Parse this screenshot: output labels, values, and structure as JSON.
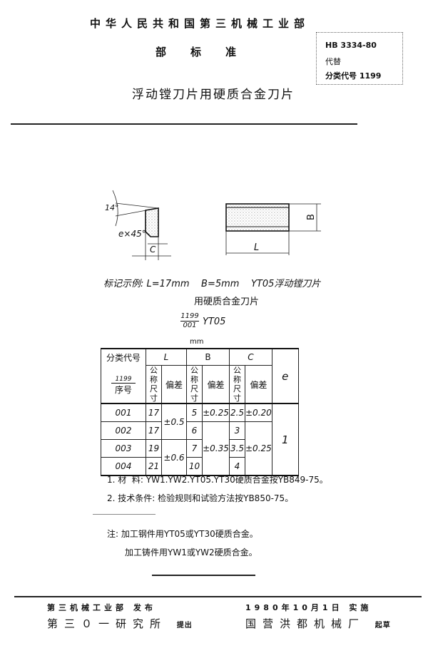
{
  "header": {
    "ministry": "中华人民共和国第三机械工业部",
    "standard_type": "部标准",
    "title": "浮动镗刀片用硬质合金刀片",
    "code_box": {
      "standard_number": "HB 3334-80",
      "replaces_label": "代替",
      "classification_label": "分类代号 1199"
    }
  },
  "drawing": {
    "angle_label": "14°",
    "chamfer_label": "e×45°",
    "dim_c": "C",
    "dim_b": "B",
    "dim_l": "L"
  },
  "marking_example": {
    "line1": "标记示例: L=17mm    B=5mm    YT05浮动镗刀片",
    "line2": "用硬质合金刀片",
    "fraction_top": "1199",
    "fraction_bottom": "001",
    "grade": "YT05",
    "unit": "mm"
  },
  "table": {
    "head": {
      "class_code": "分类代号",
      "class_value": "1199",
      "seq": "序号",
      "L": "L",
      "B": "B",
      "C": "C",
      "e": "e",
      "nominal": "公称尺寸",
      "tolerance": "偏差"
    },
    "rows": [
      {
        "seq": "001",
        "L": "17",
        "B": "5",
        "C": "2.5"
      },
      {
        "seq": "002",
        "L": "17",
        "B": "6",
        "C": "3"
      },
      {
        "seq": "003",
        "L": "19",
        "B": "7",
        "C": "3.5"
      },
      {
        "seq": "004",
        "L": "21",
        "B": "10",
        "C": "4"
      }
    ],
    "tol": {
      "L_01_02": "±0.5",
      "L_03_04": "±0.6",
      "B_01": "±0.25",
      "B_02_04": "±0.35",
      "C_01": "±0.20",
      "C_02_04": "±0.25"
    },
    "e_value": "1"
  },
  "notes": {
    "n1": "1. 材  料: YW1.YW2.YT05.YT30硬质合金按YB849-75。",
    "n2": "2. 技术条件: 检验规则和试验方法按YB850-75。",
    "remark1": "注: 加工钢件用YT05或YT30硬质合金。",
    "remark2": "加工铸件用YW1或YW2硬质合金。"
  },
  "footer": {
    "issued_by": "第三机械工业部 发布",
    "proposed_by_name": "第三０一研究所",
    "proposed_label": "提出",
    "effective": "1980年10月1日 实施",
    "drafted_by_name": "国营洪都机械厂",
    "drafted_label": "起草"
  }
}
